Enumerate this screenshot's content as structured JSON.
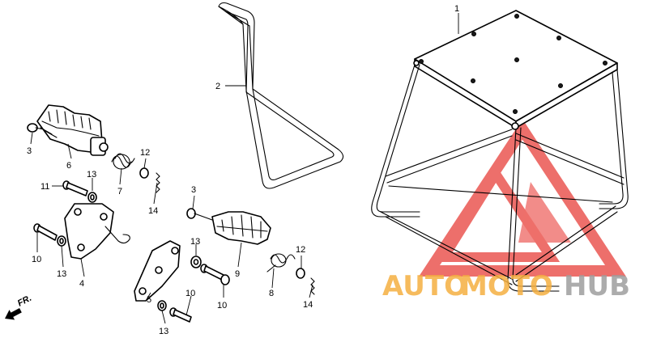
{
  "callouts": [
    {
      "id": "c1",
      "label": "1"
    },
    {
      "id": "c2",
      "label": "2"
    },
    {
      "id": "c3a",
      "label": "3"
    },
    {
      "id": "c6",
      "label": "6"
    },
    {
      "id": "c13a",
      "label": "13"
    },
    {
      "id": "c7",
      "label": "7"
    },
    {
      "id": "c12a",
      "label": "12"
    },
    {
      "id": "c14a",
      "label": "14"
    },
    {
      "id": "c11",
      "label": "11"
    },
    {
      "id": "c10a",
      "label": "10"
    },
    {
      "id": "c13b",
      "label": "13"
    },
    {
      "id": "c4",
      "label": "4"
    },
    {
      "id": "c3b",
      "label": "3"
    },
    {
      "id": "c13c",
      "label": "13"
    },
    {
      "id": "c9",
      "label": "9"
    },
    {
      "id": "c5",
      "label": "5"
    },
    {
      "id": "c10b",
      "label": "10"
    },
    {
      "id": "c10c",
      "label": "10"
    },
    {
      "id": "c13d",
      "label": "13"
    },
    {
      "id": "c8",
      "label": "8"
    },
    {
      "id": "c12b",
      "label": "12"
    },
    {
      "id": "c14b",
      "label": "14"
    }
  ],
  "direction_marker": {
    "label": "FR."
  },
  "watermark": {
    "part1": "AUTO",
    "part2": "MOTO",
    "part3": "HUB",
    "colors": {
      "orange": "#f5b041",
      "red": "#e8403a",
      "grey": "#9e9e9e"
    }
  }
}
